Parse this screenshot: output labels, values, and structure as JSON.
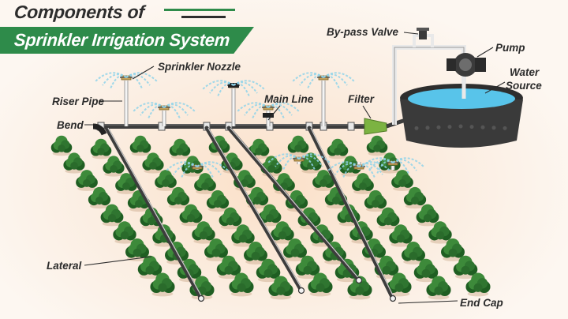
{
  "title": {
    "line1": "Components of",
    "line2": "Sprinkler Irrigation System"
  },
  "labels": {
    "sprinkler_nozzle": "Sprinkler Nozzle",
    "riser_pipe": "Riser Pipe",
    "bend": "Bend",
    "main_line": "Main Line",
    "filter": "Filter",
    "bypass_valve": "By-pass Valve",
    "pump": "Pump",
    "water_source_line1": "Water",
    "water_source_line2": "Source",
    "lateral": "Lateral",
    "end_cap": "End Cap"
  },
  "colors": {
    "title_bar": "#2e8b4a",
    "pipe": "#3d3d3d",
    "riser": "#f4f4f4",
    "plant_dark": "#1f5e22",
    "plant_light": "#3d8a3a",
    "water": "#58c4ea",
    "tank": "#2e2e2e",
    "filter": "#7cb342",
    "spray": "#8fd3ea"
  },
  "icons": {
    "sprinkler": "sprinkler-nozzle-icon",
    "plant": "shrub-icon",
    "pump": "pump-icon",
    "tank": "water-tank-icon"
  }
}
